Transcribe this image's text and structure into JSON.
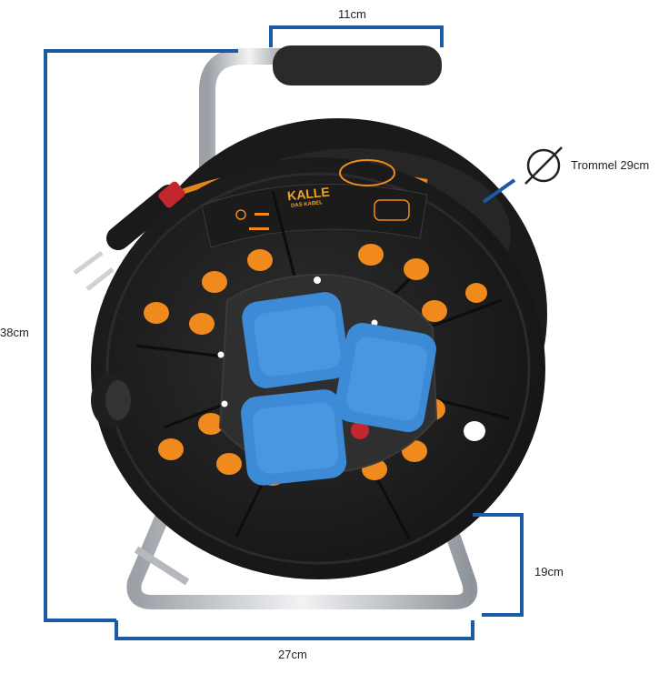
{
  "dimensions": {
    "handle_width": "11cm",
    "height": "38cm",
    "drum_diameter": "Trommel 29cm",
    "foot_height": "19cm",
    "base_width": "27cm"
  },
  "brand": {
    "name": "KALLE",
    "tagline": "DAS KABEL"
  },
  "colors": {
    "dimension_line": "#1c5aa6",
    "reel_body": "#1f1f1f",
    "accent_orange": "#f08a1d",
    "socket_blue": "#3d8ad6",
    "frame_metal": "#c9ccd0"
  },
  "icons": {
    "diameter": "diameter-icon"
  }
}
